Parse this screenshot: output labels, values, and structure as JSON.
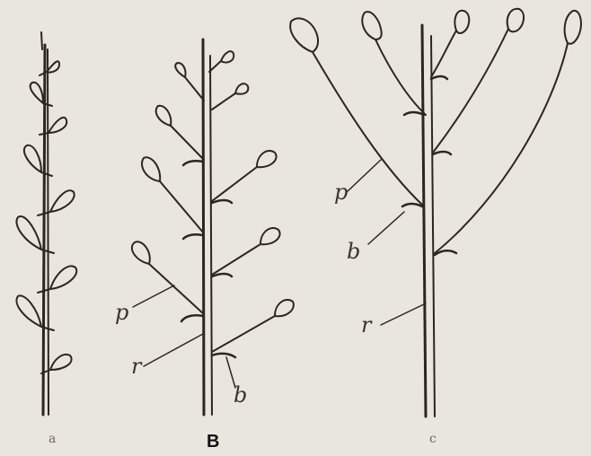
{
  "panels": {
    "a": {
      "label": "a"
    },
    "b": {
      "label": "B"
    },
    "c": {
      "label": "c"
    }
  },
  "annotations": {
    "b_pedicel": "p",
    "b_rachis": "r",
    "b_bract": "b",
    "c_pedicel": "p",
    "c_bract": "b",
    "c_rachis": "r"
  }
}
